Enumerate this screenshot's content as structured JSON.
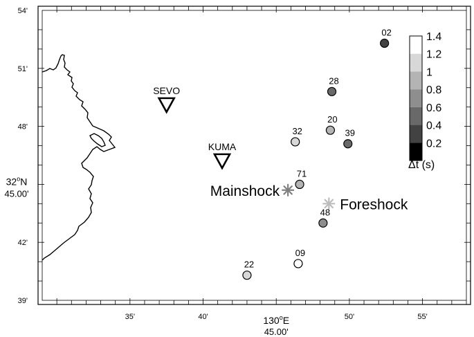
{
  "frame": {
    "lon_range": [
      "130°29'",
      "130°58'"
    ],
    "lat_range": [
      "31°39'",
      "31°54'"
    ],
    "ticks": {
      "bottom": [
        {
          "text": "35'",
          "lon_min": 35
        },
        {
          "text": "40'",
          "lon_min": 40
        },
        {
          "text": "50'",
          "lon_min": 50
        },
        {
          "text": "55'",
          "lon_min": 55
        }
      ],
      "bottom_center": {
        "deg": "130",
        "sup": "o",
        "hem": "E",
        "minutes": "45.00'"
      },
      "left": [
        {
          "text": "54'",
          "lat_min": 54
        },
        {
          "text": "51'",
          "lat_min": 51
        },
        {
          "text": "48'",
          "lat_min": 48
        },
        {
          "text": "42'",
          "lat_min": 42
        },
        {
          "text": "39'",
          "lat_min": 39
        }
      ],
      "left_center": {
        "deg": "32",
        "sup": "o",
        "hem": "N",
        "minutes": "45.00'"
      }
    }
  },
  "stations": [
    {
      "name": "SEVO",
      "lon_min": 37.5,
      "lat_min": 49.1
    },
    {
      "name": "KUMA",
      "lon_min": 41.3,
      "lat_min": 46.2
    }
  ],
  "mainshock": {
    "label": "Mainshock",
    "lon_min": 45.8,
    "lat_min": 44.7,
    "color": "#808080"
  },
  "foreshock": {
    "label": "Foreshock",
    "lon_min": 48.6,
    "lat_min": 44.0,
    "color": "#bcbcbc"
  },
  "events": [
    {
      "id": "02",
      "lon_min": 52.4,
      "lat_min": 52.3,
      "dt": 0.35
    },
    {
      "id": "28",
      "lon_min": 48.8,
      "lat_min": 49.8,
      "dt": 0.45
    },
    {
      "id": "20",
      "lon_min": 48.7,
      "lat_min": 47.8,
      "dt": 0.85
    },
    {
      "id": "39",
      "lon_min": 49.9,
      "lat_min": 47.1,
      "dt": 0.55
    },
    {
      "id": "32",
      "lon_min": 46.3,
      "lat_min": 47.2,
      "dt": 1.05
    },
    {
      "id": "71",
      "lon_min": 46.6,
      "lat_min": 45.0,
      "dt": 0.85
    },
    {
      "id": "48",
      "lon_min": 48.2,
      "lat_min": 43.0,
      "dt": 0.75
    },
    {
      "id": "09",
      "lon_min": 46.5,
      "lat_min": 40.9,
      "dt": 1.4
    },
    {
      "id": "22",
      "lon_min": 43.0,
      "lat_min": 40.3,
      "dt": 1.05
    }
  ],
  "colorbar": {
    "title": "Δt (s)",
    "labels": [
      "1.4",
      "1.2",
      "1",
      "0.8",
      "0.6",
      "0.4",
      "0.2"
    ],
    "steps": [
      {
        "from": 1.2,
        "to": 1.4,
        "color": "#ffffff"
      },
      {
        "from": 1.0,
        "to": 1.2,
        "color": "#d8d8d8"
      },
      {
        "from": 0.8,
        "to": 1.0,
        "color": "#b4b4b4"
      },
      {
        "from": 0.6,
        "to": 0.8,
        "color": "#8e8e8e"
      },
      {
        "from": 0.4,
        "to": 0.6,
        "color": "#696969"
      },
      {
        "from": 0.2,
        "to": 0.4,
        "color": "#424242"
      },
      {
        "from": 0.0,
        "to": 0.2,
        "color": "#000000"
      }
    ]
  }
}
